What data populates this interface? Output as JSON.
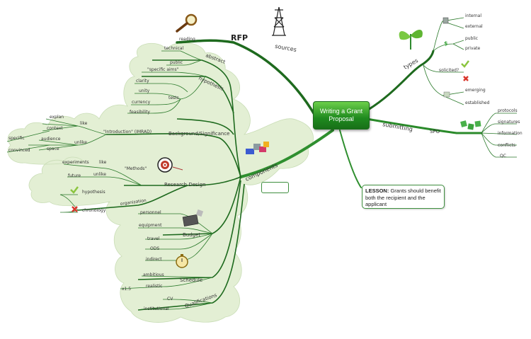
{
  "central": {
    "line1": "Writing a Grant",
    "line2": "Proposal"
  },
  "lesson": {
    "label": "LESSON:",
    "text": "Grants should benefit both the recipient and the applicant"
  },
  "rfp": {
    "title": "RFP",
    "branch": "sources",
    "reading": "reading"
  },
  "types": {
    "label": "types",
    "internal": "internal",
    "external": "external",
    "public": "public",
    "private": "private",
    "solicited": "solicited?",
    "emerging": "emerging",
    "established": "established"
  },
  "submitting": {
    "label": "submitting",
    "spo": "SPO",
    "items": [
      "protocols",
      "signatures",
      "information",
      "conflicts",
      "QC"
    ]
  },
  "components": {
    "label": "components"
  },
  "abstract": {
    "label": "abstract",
    "technical": "technical",
    "public": "public"
  },
  "hypothesis": {
    "label": "hypothesis",
    "specific_aims": "\"specific aims\"",
    "tests": "tests",
    "test_items": [
      "clarity",
      "unity",
      "currency",
      "feasibility"
    ]
  },
  "background": {
    "label": "Background/Significance",
    "intro": "\"Introduction\" (IMRAD)",
    "like": "like",
    "unlike": "unlike",
    "like_items": [
      "explan",
      "context"
    ],
    "unlike_items": [
      "audience",
      "space"
    ],
    "left_items": [
      "specific",
      "convinced"
    ]
  },
  "research": {
    "label": "Research Design",
    "methods": "\"Methods\"",
    "like": "like",
    "unlike": "unlike",
    "experiments": "experiments",
    "future": "future",
    "organization": "organization",
    "hypothesis": "hypothesis",
    "chronology": "chronology"
  },
  "budget": {
    "label": "Budget",
    "items": [
      "personnel",
      "equipment",
      "travel",
      "ODS",
      "indirect"
    ]
  },
  "schedule": {
    "label": "Schedule",
    "ambitious": "ambitious",
    "realistic": "realistic",
    "x15": "x1.5"
  },
  "qualifications": {
    "label": "Qualifications",
    "cv": "CV",
    "institutional": "institutional"
  },
  "colors": {
    "branch": "#1e6a1e",
    "light_branch": "#3cae2f",
    "cloud": "#e3efd4",
    "accent": "#2d8c2d"
  }
}
